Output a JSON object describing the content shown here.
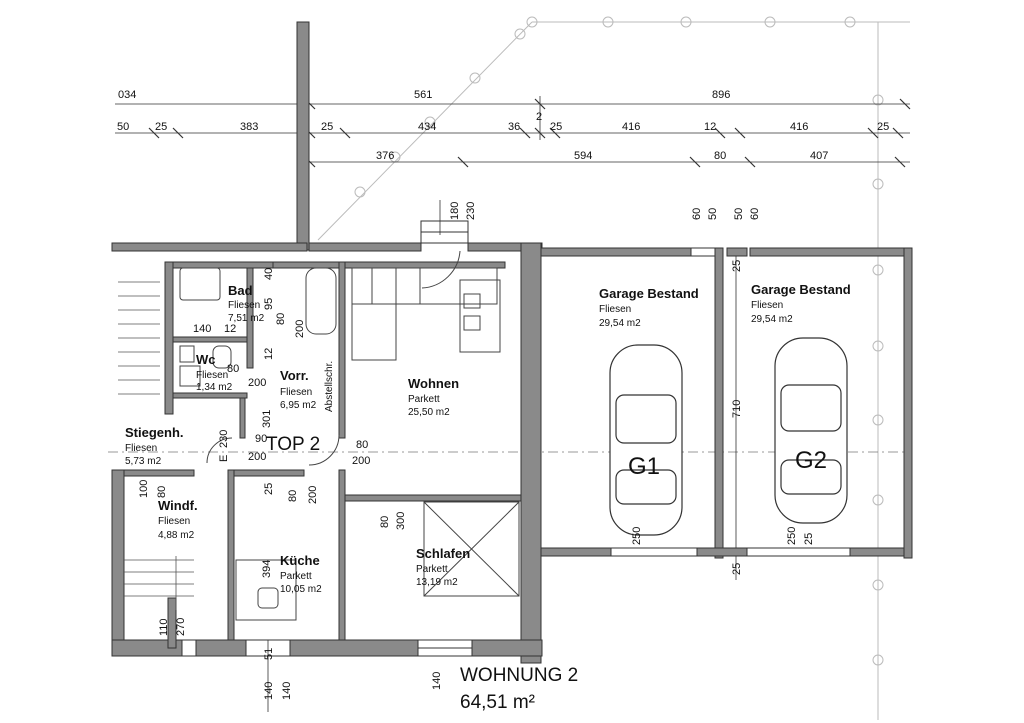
{
  "dimensions": {
    "row1": [
      "034",
      "561",
      "896"
    ],
    "row2": [
      "50",
      "25",
      "383",
      "25",
      "434",
      "36",
      "2",
      "25",
      "416",
      "12",
      "416",
      "25"
    ],
    "row3": [
      "376",
      "594",
      "80",
      "407"
    ],
    "vertical": [
      "180",
      "230",
      "60",
      "50",
      "50",
      "60"
    ],
    "inner": [
      "40",
      "95",
      "80",
      "200",
      "140",
      "12",
      "80",
      "12",
      "200",
      "301",
      "E",
      "230",
      "90",
      "80",
      "200",
      "200",
      "100",
      "80",
      "25",
      "80",
      "200",
      "80",
      "300",
      "394",
      "110",
      "270",
      "51",
      "140",
      "140",
      "710",
      "25",
      "250",
      "25",
      "250",
      "25",
      "140"
    ]
  },
  "rooms": {
    "bad": {
      "name": "Bad",
      "floor": "Fliesen",
      "area": "7,51 m2"
    },
    "wc": {
      "name": "Wc",
      "floor": "Fliesen",
      "area": "1,34 m2"
    },
    "vorr": {
      "name": "Vorr.",
      "floor": "Fliesen",
      "area": "6,95 m2"
    },
    "abstell": {
      "name": "Abstellschr."
    },
    "wohnen": {
      "name": "Wohnen",
      "floor": "Parkett",
      "area": "25,50 m2"
    },
    "stiegenh": {
      "name": "Stiegenh.",
      "floor": "Fliesen",
      "area": "5,73 m2"
    },
    "windf": {
      "name": "Windf.",
      "floor": "Fliesen",
      "area": "4,88 m2"
    },
    "kueche": {
      "name": "Küche",
      "floor": "Parkett",
      "area": "10,05 m2"
    },
    "schlafen": {
      "name": "Schlafen",
      "floor": "Parkett",
      "area": "13,19 m2"
    },
    "garage1": {
      "name": "Garage Bestand",
      "floor": "Fliesen",
      "area": "29,54 m2",
      "tag": "G1"
    },
    "garage2": {
      "name": "Garage Bestand",
      "floor": "Fliesen",
      "area": "29,54 m2",
      "tag": "G2"
    }
  },
  "labels": {
    "top": "TOP 2",
    "unit": "WOHNUNG 2",
    "unit_area": "64,51 m²"
  }
}
